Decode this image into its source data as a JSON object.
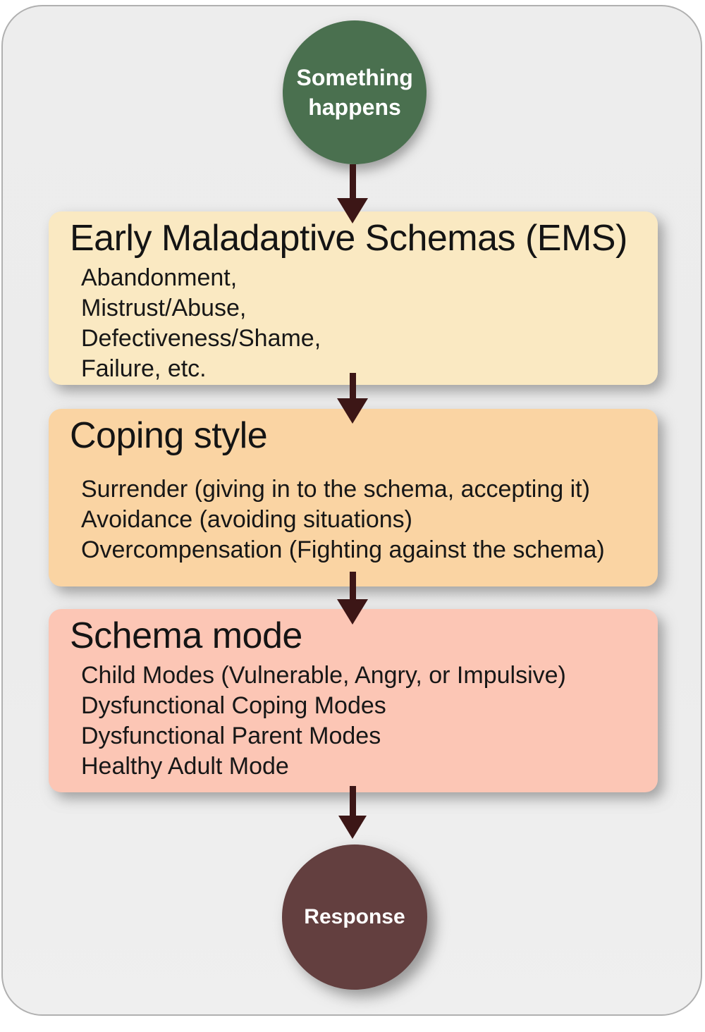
{
  "page": {
    "background_color": "#ffffff",
    "card_background_color": "#ededed",
    "card_border_color": "#b0b0b0",
    "arrow_color": "#3c1616",
    "text_color": "#161616"
  },
  "flow": {
    "start": {
      "label": "Something happens",
      "background_color": "#4a704f",
      "text_color": "#ffffff"
    },
    "boxes": [
      {
        "title": "Early Maladaptive Schemas (EMS)",
        "background_color": "#fae9c2",
        "items": [
          "Abandonment,",
          "Mistrust/Abuse,",
          "Defectiveness/Shame,",
          "Failure, etc."
        ]
      },
      {
        "title": "Coping style",
        "background_color": "#fad4a3",
        "items": [
          "Surrender (giving in to the schema, accepting it)",
          "Avoidance (avoiding situations)",
          "Overcompensation (Fighting against the schema)"
        ]
      },
      {
        "title": "Schema mode",
        "background_color": "#fcc6b5",
        "items": [
          "Child Modes (Vulnerable, Angry, or Impulsive)",
          "Dysfunctional Coping Modes",
          "Dysfunctional Parent Modes",
          "Healthy Adult Mode"
        ]
      }
    ],
    "end": {
      "label": "Response",
      "background_color": "#633f3f",
      "text_color": "#ffffff"
    }
  }
}
